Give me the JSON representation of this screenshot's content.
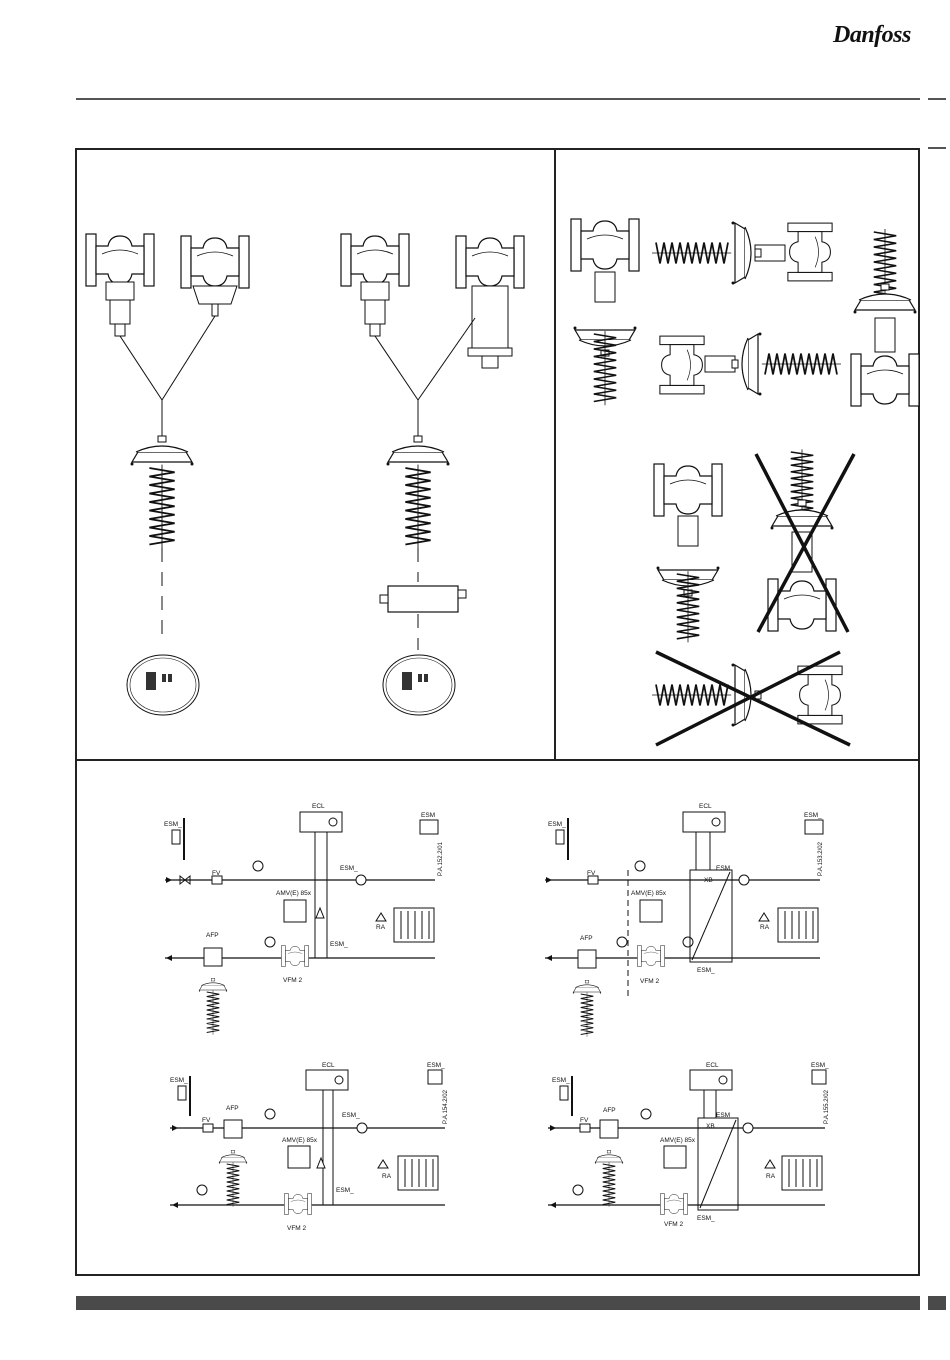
{
  "brand": {
    "logo_text": "Danfoss"
  },
  "schemes": [
    {
      "code": "P.A.152.2/01",
      "labels": {
        "ecl": "ECL",
        "esm_outdoor": "ESM",
        "esm_left": "ESM_",
        "esm_supply": "ESM_",
        "esm_return": "ESM_",
        "fv": "FV",
        "afp": "AFP",
        "actuator": "AMV(E) 85x",
        "valve": "VFM 2",
        "ra": "RA"
      }
    },
    {
      "code": "P.A.153.2/02",
      "labels": {
        "ecl": "ECL",
        "esm_outdoor": "ESM_",
        "esm_left": "ESM_",
        "esm_supply": "ESM",
        "esm_return": "ESM_",
        "fv": "FV",
        "afp": "AFP",
        "actuator": "AMV(E) 85x",
        "valve": "VFM 2",
        "ra": "RA",
        "xb": "XB"
      }
    },
    {
      "code": "P.A.154.2/02",
      "labels": {
        "ecl": "ECL",
        "esm_outdoor": "ESM_",
        "esm_left": "ESM_",
        "esm_supply": "ESM_",
        "esm_return": "ESM_",
        "fv": "FV",
        "afp": "AFP",
        "actuator": "AMV(E) 85x",
        "valve": "VFM 2",
        "ra": "RA"
      }
    },
    {
      "code": "P.A.155.2/02",
      "labels": {
        "ecl": "ECL",
        "esm_outdoor": "ESM_",
        "esm_left": "ESM_",
        "esm_supply": "ESM_",
        "esm_return": "ESM_",
        "fv": "FV",
        "afp": "AFP",
        "actuator": "AMV(E) 85x",
        "valve": "VFM 2",
        "ra": "RA",
        "xb": "XB"
      }
    }
  ]
}
